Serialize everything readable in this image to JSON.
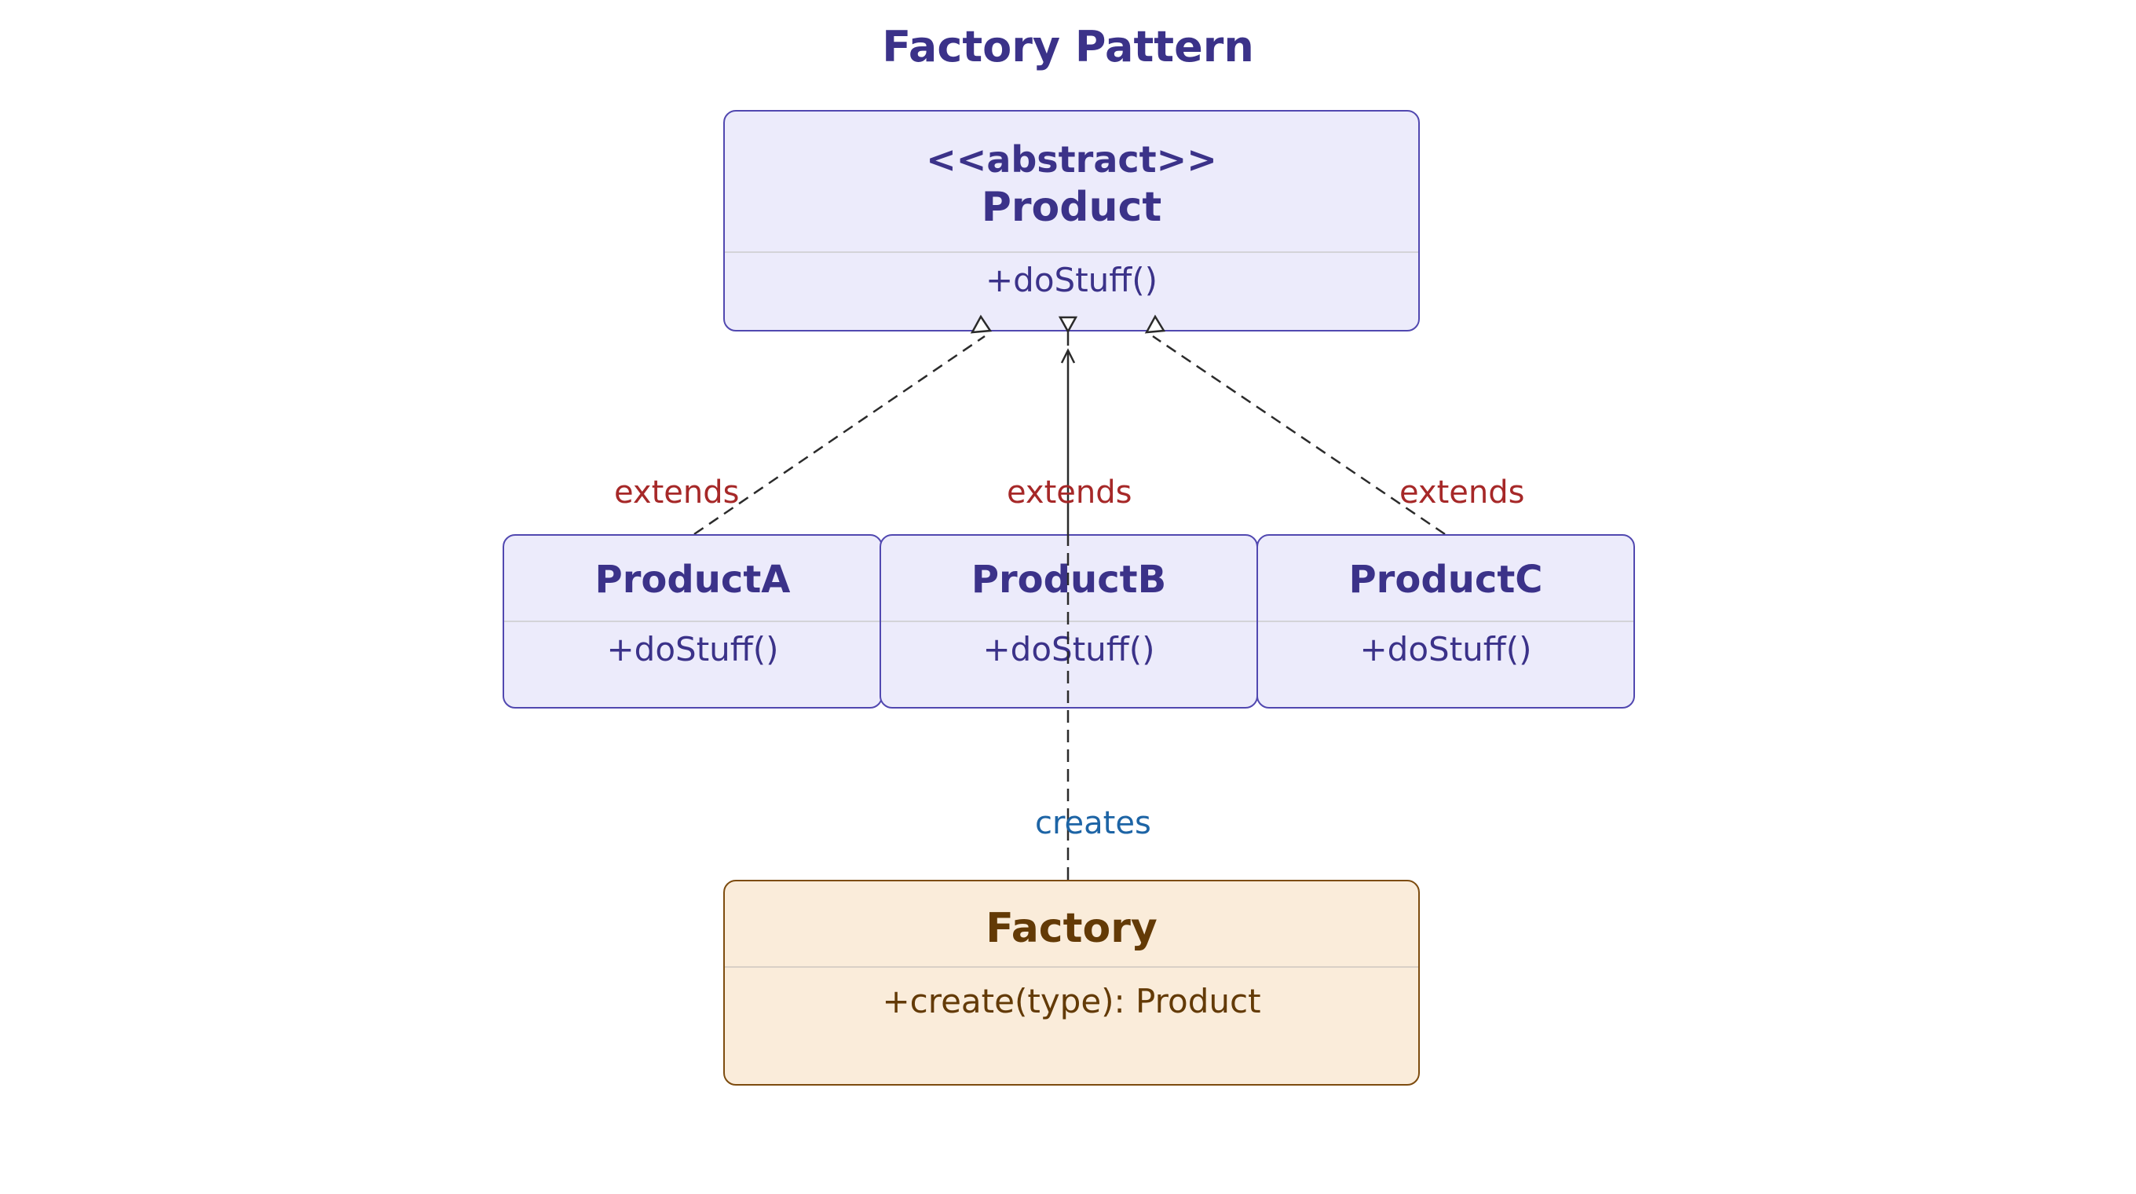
{
  "title": "Factory Pattern",
  "colors": {
    "class_fill": "#ecebfb",
    "class_border": "#5148b0",
    "class_text": "#3b3289",
    "factory_fill": "#faecda",
    "factory_border": "#7d4c0f",
    "factory_text": "#633a06",
    "extends_label": "#a62828",
    "creates_label": "#1d64a5",
    "edge": "#2b2b2b"
  },
  "classes": {
    "product": {
      "stereotype": "<<abstract>>",
      "name": "Product",
      "members": [
        "+doStuff()"
      ]
    },
    "product_a": {
      "name": "ProductA",
      "members": [
        "+doStuff()"
      ]
    },
    "product_b": {
      "name": "ProductB",
      "members": [
        "+doStuff()"
      ]
    },
    "product_c": {
      "name": "ProductC",
      "members": [
        "+doStuff()"
      ]
    },
    "factory": {
      "name": "Factory",
      "members": [
        "+create(type): Product"
      ]
    }
  },
  "relations": [
    {
      "from": "ProductA",
      "to": "Product",
      "type": "realization",
      "label": "extends"
    },
    {
      "from": "ProductB",
      "to": "Product",
      "type": "realization",
      "label": "extends"
    },
    {
      "from": "ProductC",
      "to": "Product",
      "type": "realization",
      "label": "extends"
    },
    {
      "from": "Factory",
      "to": "Product",
      "type": "dependency",
      "label": "creates"
    }
  ]
}
